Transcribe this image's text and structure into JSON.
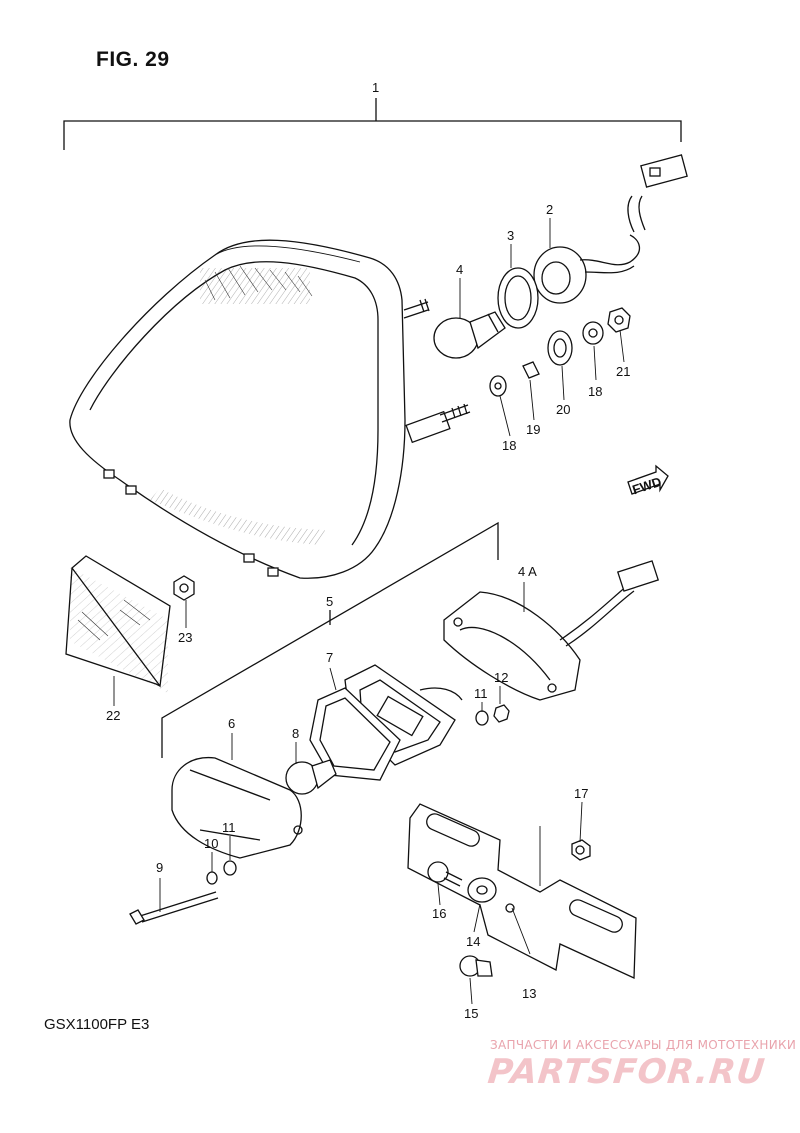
{
  "figure": {
    "title": "FIG. 29",
    "model": "GSX1100FP  E3",
    "fwd_label": "FWD"
  },
  "callouts": [
    "1",
    "2",
    "3",
    "4",
    "4 A",
    "5",
    "6",
    "7",
    "8",
    "9",
    "10",
    "11",
    "11",
    "11",
    "12",
    "13",
    "14",
    "15",
    "16",
    "17",
    "18",
    "18",
    "19",
    "20",
    "21",
    "22",
    "23"
  ],
  "watermark": {
    "tagline": "ЗАПЧАСТИ И АКСЕССУАРЫ ДЛЯ МОТОТЕХНИКИ",
    "brand": "PARTSFOR.RU"
  },
  "colors": {
    "line": "#111111",
    "background": "#ffffff",
    "watermark": "#f3c4c9"
  }
}
